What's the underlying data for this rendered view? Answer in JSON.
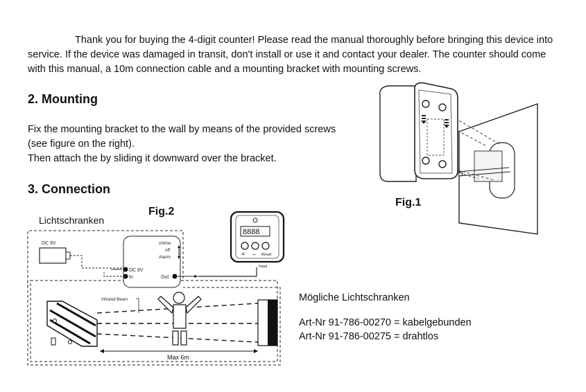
{
  "intro": {
    "line1": "Thank you for buying the 4-digit counter! Please read the manual thoroughly before bringing this device into",
    "line2": "service. If the device was damaged in transit, don't install or use it and contact your dealer. The counter should come",
    "line3": "with this manual, a 10m connection cable and a mounting bracket with mounting screws."
  },
  "mounting": {
    "heading": "2. Mounting",
    "line1": "Fix the mounting bracket to the wall by means of the provided screws",
    "line2": "(see figure on the right).",
    "line3": "Then attach the by sliding it downward over the bracket."
  },
  "connection": {
    "heading": "3. Connection"
  },
  "figures": {
    "fig1": "Fig.1",
    "fig2": "Fig.2"
  },
  "diagram": {
    "title": "Lichtschranken",
    "dc9v_source": "DC 9V",
    "dc9v_pin": "DC 9V",
    "in_pin": "In",
    "out_pin": "Out",
    "chime": "chime",
    "off": "off",
    "alarm": "Alarm",
    "display": "8888",
    "plus": "+",
    "minus": "–",
    "reset": "Reset",
    "input": "Input",
    "infrared_beam": "Infrared Beam",
    "max_distance": "Max  6m"
  },
  "sensors": {
    "heading": "Mögliche Lichtschranken",
    "art1": "Art-Nr 91-786-00270 = kabelgebunden",
    "art2": "Art-Nr 91-786-00275 = drahtlos"
  }
}
